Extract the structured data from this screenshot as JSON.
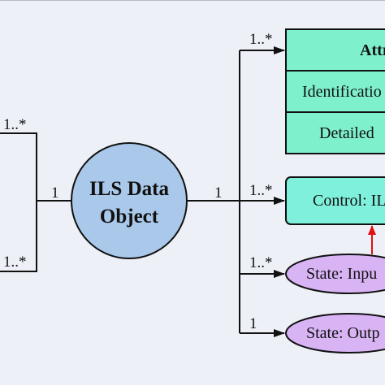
{
  "center_node": {
    "line1": "ILS Data",
    "line2": "Object"
  },
  "multiplicities": {
    "left_top": "1..*",
    "left_bottom": "1..*",
    "left_link": "1",
    "right_link": "1",
    "to_attributes": "1..*",
    "to_control": "1..*",
    "to_state_input": "1..*",
    "to_state_output": "1"
  },
  "attributes_table": {
    "header": "Attr",
    "rows": [
      "Identificatio",
      "Detailed"
    ]
  },
  "control_box": {
    "label": "Control: IL"
  },
  "state_input": {
    "label": "State: Inpu"
  },
  "state_output": {
    "label": "State: Outp"
  },
  "colors": {
    "background": "#eef0f7",
    "circle_fill": "#a9c8ea",
    "table_fill": "#7ff0cc",
    "control_fill": "#7ff0dc",
    "state_fill": "#d8b4f5",
    "line": "#111111",
    "dependency_arrow": "#e01010"
  }
}
